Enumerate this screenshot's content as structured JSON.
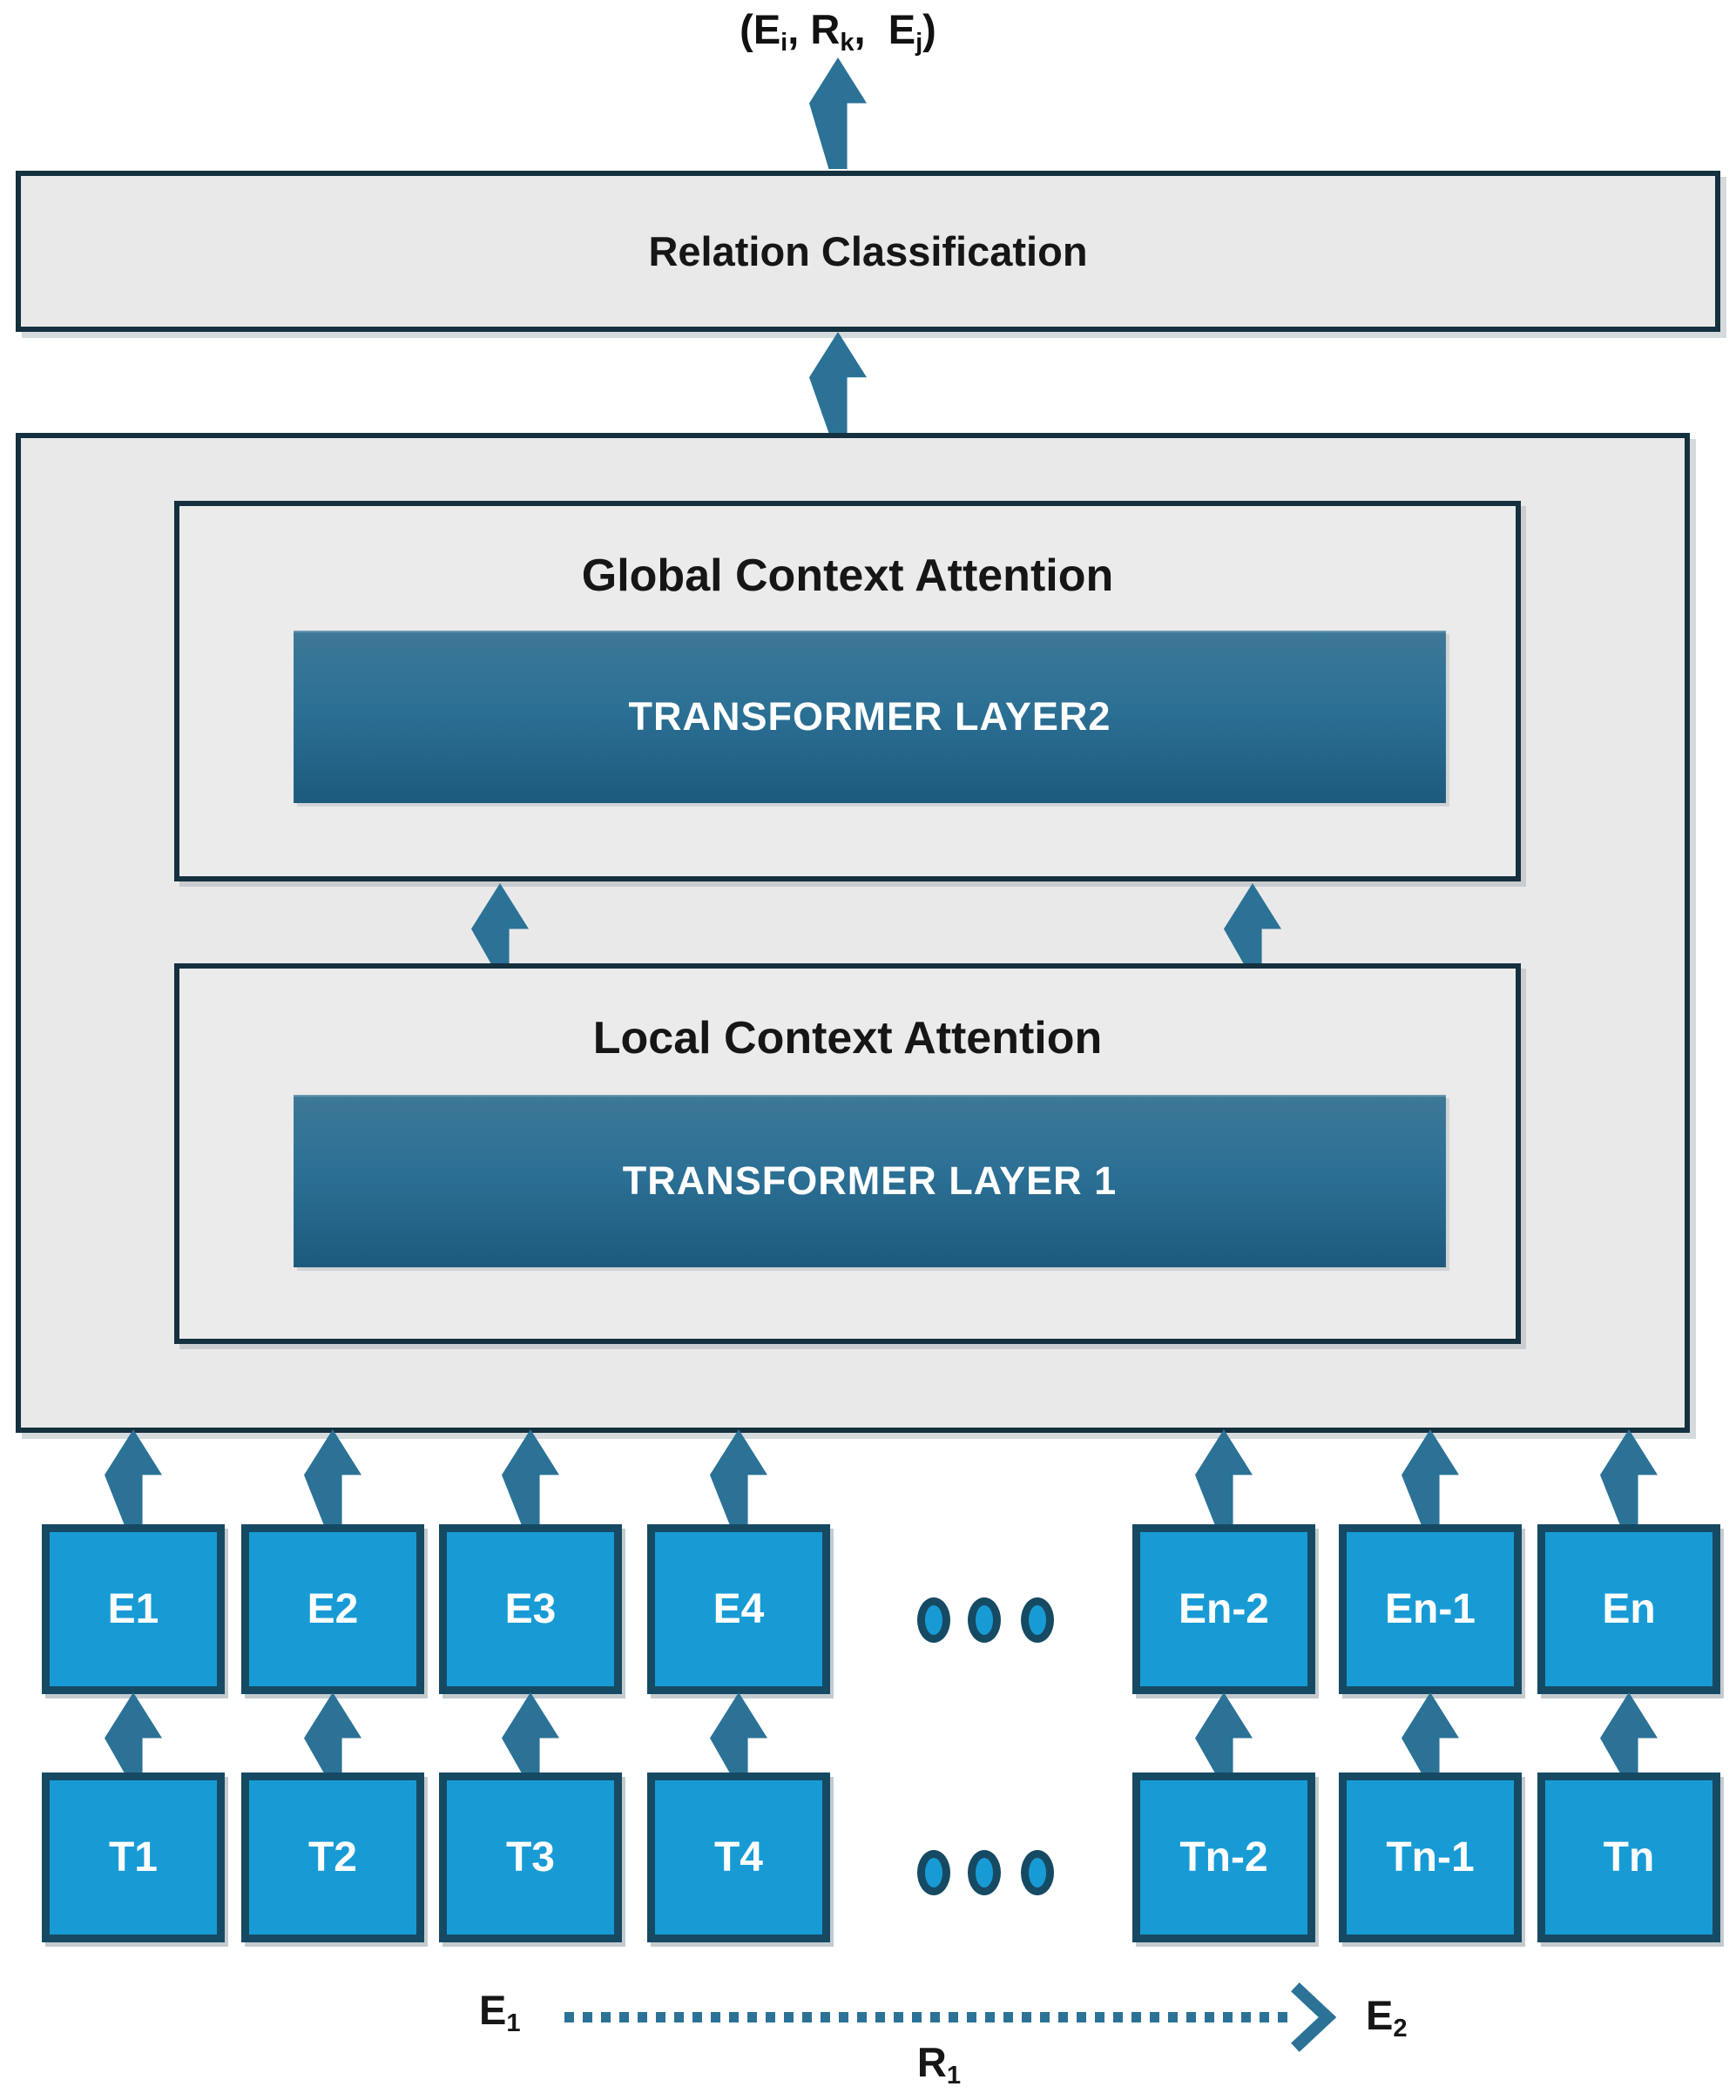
{
  "output_tuple": {
    "segments": [
      {
        "t": "(E"
      },
      {
        "s": "i"
      },
      {
        "t": ", R"
      },
      {
        "s": "k"
      },
      {
        "t": ",  E"
      },
      {
        "s": "j"
      },
      {
        "t": ")"
      }
    ]
  },
  "relation_classification": {
    "label": "Relation Classification"
  },
  "global_attention": {
    "title": "Global Context Attention",
    "layer_label": "TRANSFORMER LAYER2"
  },
  "local_attention": {
    "title": "Local Context Attention",
    "layer_label": "TRANSFORMER LAYER 1"
  },
  "embeddings": [
    "E1",
    "E2",
    "E3",
    "E4",
    "En-2",
    "En-1",
    "En"
  ],
  "tokens": [
    "T1",
    "T2",
    "T3",
    "T4",
    "Tn-2",
    "Tn-1",
    "Tn"
  ],
  "ellipsis": {
    "dot_count": 3
  },
  "relation_annotation": {
    "source_segments": [
      {
        "t": "E"
      },
      {
        "s": "1"
      }
    ],
    "target_segments": [
      {
        "t": "E"
      },
      {
        "s": "2"
      }
    ],
    "relation_segments": [
      {
        "t": "R"
      },
      {
        "s": "1"
      }
    ]
  },
  "colors": {
    "panel_fill": "#e9e9e9",
    "inner_panel_fill": "#ebebeb",
    "panel_border": "#15303e",
    "token_box_fill": "#189bd5",
    "token_box_border": "#164a63",
    "arrow": "#2b7296",
    "transformer_gradient_top": "#3d7897",
    "transformer_gradient_mid": "#2c7095",
    "transformer_gradient_bottom": "#1d5a7c",
    "label_text": "#161616"
  }
}
